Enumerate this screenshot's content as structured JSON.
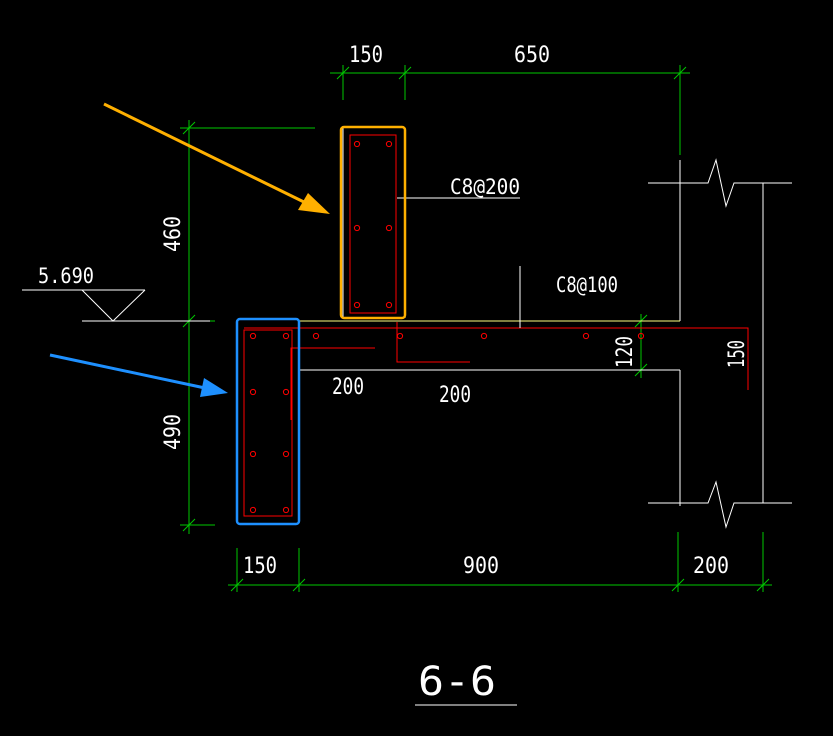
{
  "drawing": {
    "title": "6-6",
    "elevation": "5.690",
    "rebar_label_upper": "C8@200",
    "rebar_label_slab": "C8@100",
    "dimensions": {
      "top_left": "150",
      "top_right": "650",
      "left_upper": "460",
      "left_lower": "490",
      "bottom_left": "150",
      "bottom_middle": "900",
      "bottom_right": "200",
      "slab_thickness": "120",
      "wall_thickness": "150",
      "bar_extension_1": "200",
      "bar_extension_2": "200"
    }
  },
  "colors": {
    "background": "#000000",
    "dimension_line": "#00c800",
    "concrete_outline": "#ffffff",
    "rebar": "#ff0000",
    "highlight_upper": "#ffb000",
    "highlight_lower": "#1e90ff",
    "arrow_upper": "#ffb000",
    "arrow_lower": "#1e90ff",
    "slab_top_line": "#ffff80"
  }
}
